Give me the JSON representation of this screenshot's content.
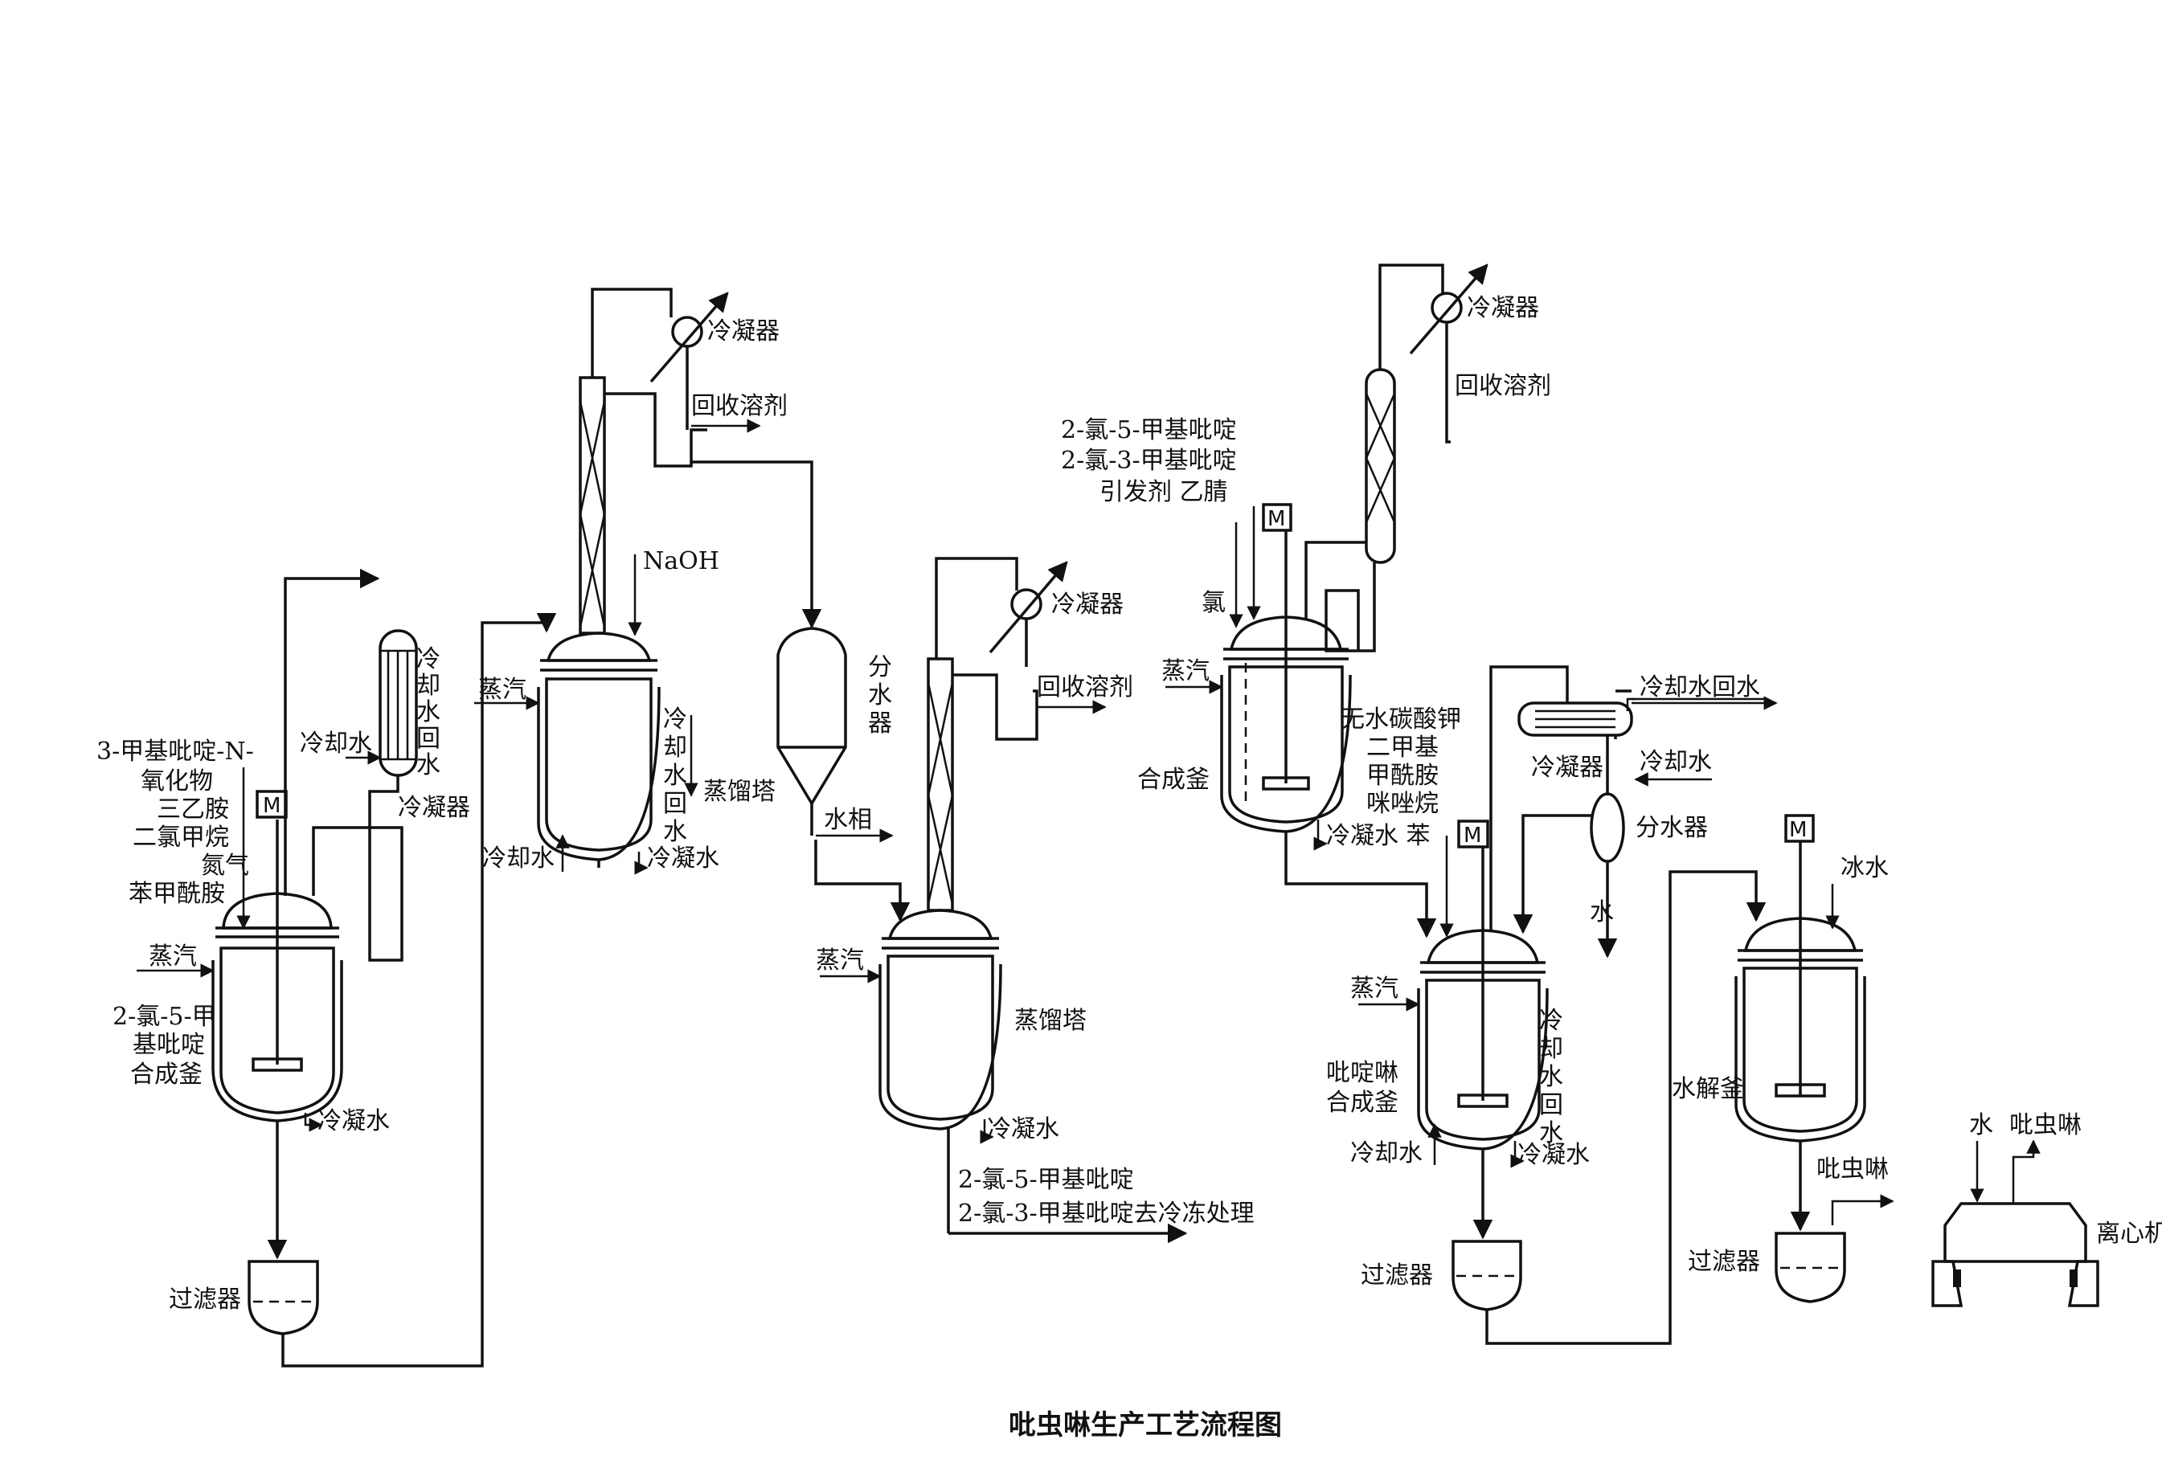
{
  "diagram": {
    "caption": "吡虫啉生产工艺流程图",
    "motor_symbol": "M",
    "left_reactor": {
      "feed_labels": [
        "3-甲基吡啶-N-",
        "氧化物",
        "三乙胺",
        "二氯甲烷",
        "氮气",
        "苯甲酰胺"
      ],
      "name_labels": [
        "2-氯-5-甲",
        "基吡啶",
        "合成釜"
      ],
      "steam": "蒸汽",
      "condensate": "冷凝水",
      "cooling_water": "冷却水",
      "cooling_return_vertical": [
        "冷",
        "却",
        "水",
        "回",
        "水"
      ],
      "condenser": "冷凝器",
      "filter": "过滤器"
    },
    "column1": {
      "naoh": "NaOH",
      "steam": "蒸汽",
      "condenser": "冷凝器",
      "recover_solvent": "回收溶剂",
      "cooling_return_vertical": [
        "冷",
        "却",
        "水",
        "回",
        "水"
      ],
      "tower": "蒸馏塔",
      "cooling_water": "冷却水",
      "condensate": "冷凝水"
    },
    "separator": {
      "label_vertical": [
        "分",
        "水",
        "器"
      ],
      "water_phase": "水相"
    },
    "column2": {
      "steam": "蒸汽",
      "condenser": "冷凝器",
      "recover_solvent": "回收溶剂",
      "tower": "蒸馏塔",
      "condensate": "冷凝水",
      "product_line1": "2-氯-5-甲基吡啶",
      "product_line2": "2-氯-3-甲基吡啶去冷冻处理"
    },
    "synth_reactor": {
      "feed_line1": "2-氯-5-甲基吡啶",
      "feed_line2": "2-氯-3-甲基吡啶",
      "feed_line3": "引发剂  乙腈",
      "chlorine": "氯",
      "steam": "蒸汽",
      "name": "合成釜",
      "condenser": "冷凝器",
      "recover_solvent": "回收溶剂",
      "side_labels": [
        "无水碳酸钾",
        "二甲基",
        "甲酰胺",
        "咪唑烷"
      ],
      "condensate_benzene": "冷凝水  苯"
    },
    "imid_reactor": {
      "cooling_return": "冷却水回水",
      "cooling_water_in": "冷却水",
      "condenser": "冷凝器",
      "separator": "分水器",
      "water": "水",
      "steam": "蒸汽",
      "name_labels": [
        "吡啶啉",
        "合成釜"
      ],
      "cooling_return_vertical": [
        "冷",
        "却",
        "水",
        "回",
        "水"
      ],
      "cooling_water": "冷却水",
      "condensate": "冷凝水",
      "filter": "过滤器"
    },
    "hydrolysis": {
      "ice_water": "冰水",
      "name": "水解釜",
      "product": "吡虫啉",
      "filter": "过滤器"
    },
    "centrifuge": {
      "water": "水",
      "product": "吡虫啉",
      "name": "离心机"
    }
  }
}
